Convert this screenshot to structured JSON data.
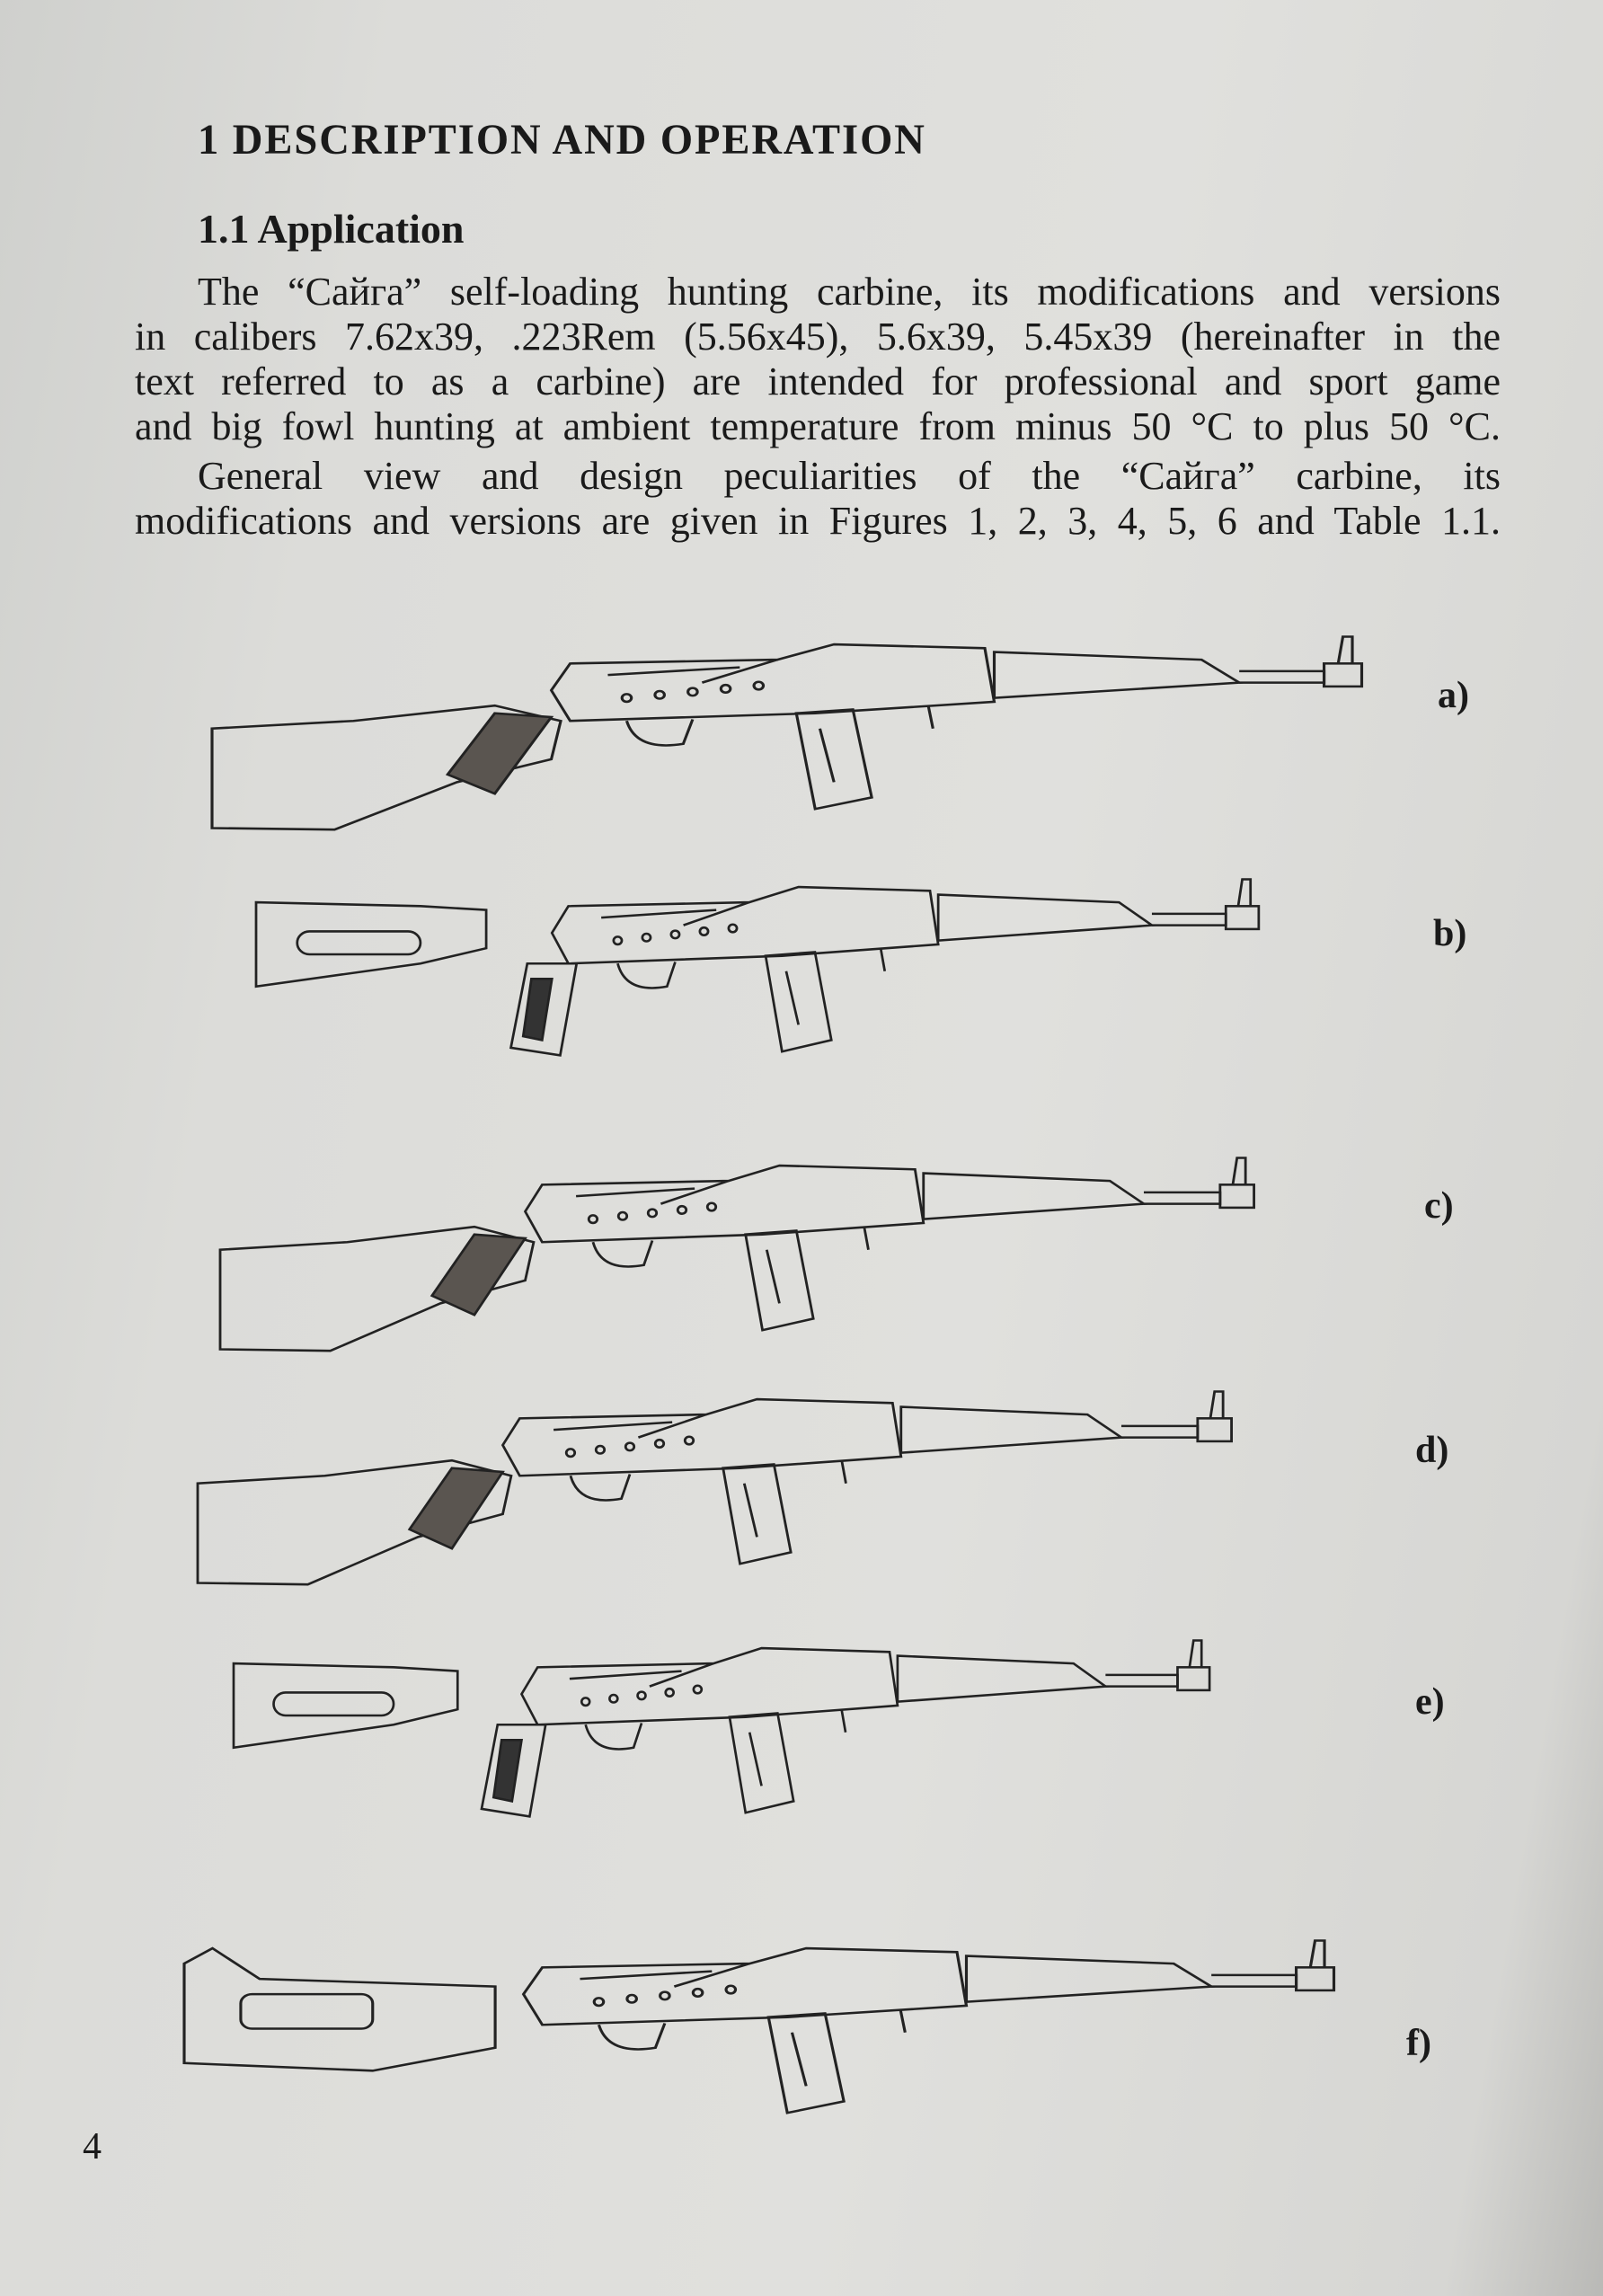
{
  "heading": "1 DESCRIPTION AND OPERATION",
  "subheading": "1.1 Application",
  "paragraph1": [
    "The “Сайга” self-loading hunting carbine, its modifications and versions",
    "in calibers 7.62x39, .223Rem (5.56x45), 5.6x39, 5.45x39 (hereinafter in the",
    "text referred to as a carbine) are intended for professional and sport game",
    "and big fowl hunting at ambient temperature from minus 50 °C to plus 50 °C."
  ],
  "paragraph2": [
    "General view and design peculiarities of the “Сайга” carbine, its",
    "modifications and versions are given in Figures 1, 2, 3, 4, 5, 6 and Table 1.1."
  ],
  "figures": [
    {
      "label": "a)",
      "stock": "solid",
      "grip": "hatched"
    },
    {
      "label": "b)",
      "stock": "slotted",
      "grip": "pistol"
    },
    {
      "label": "c)",
      "stock": "solid",
      "grip": "hatched"
    },
    {
      "label": "d)",
      "stock": "solid",
      "grip": "hatched"
    },
    {
      "label": "e)",
      "stock": "slotted",
      "grip": "pistol"
    },
    {
      "label": "f)",
      "stock": "thumbhole",
      "grip": "integrated"
    }
  ],
  "page_number": "4"
}
